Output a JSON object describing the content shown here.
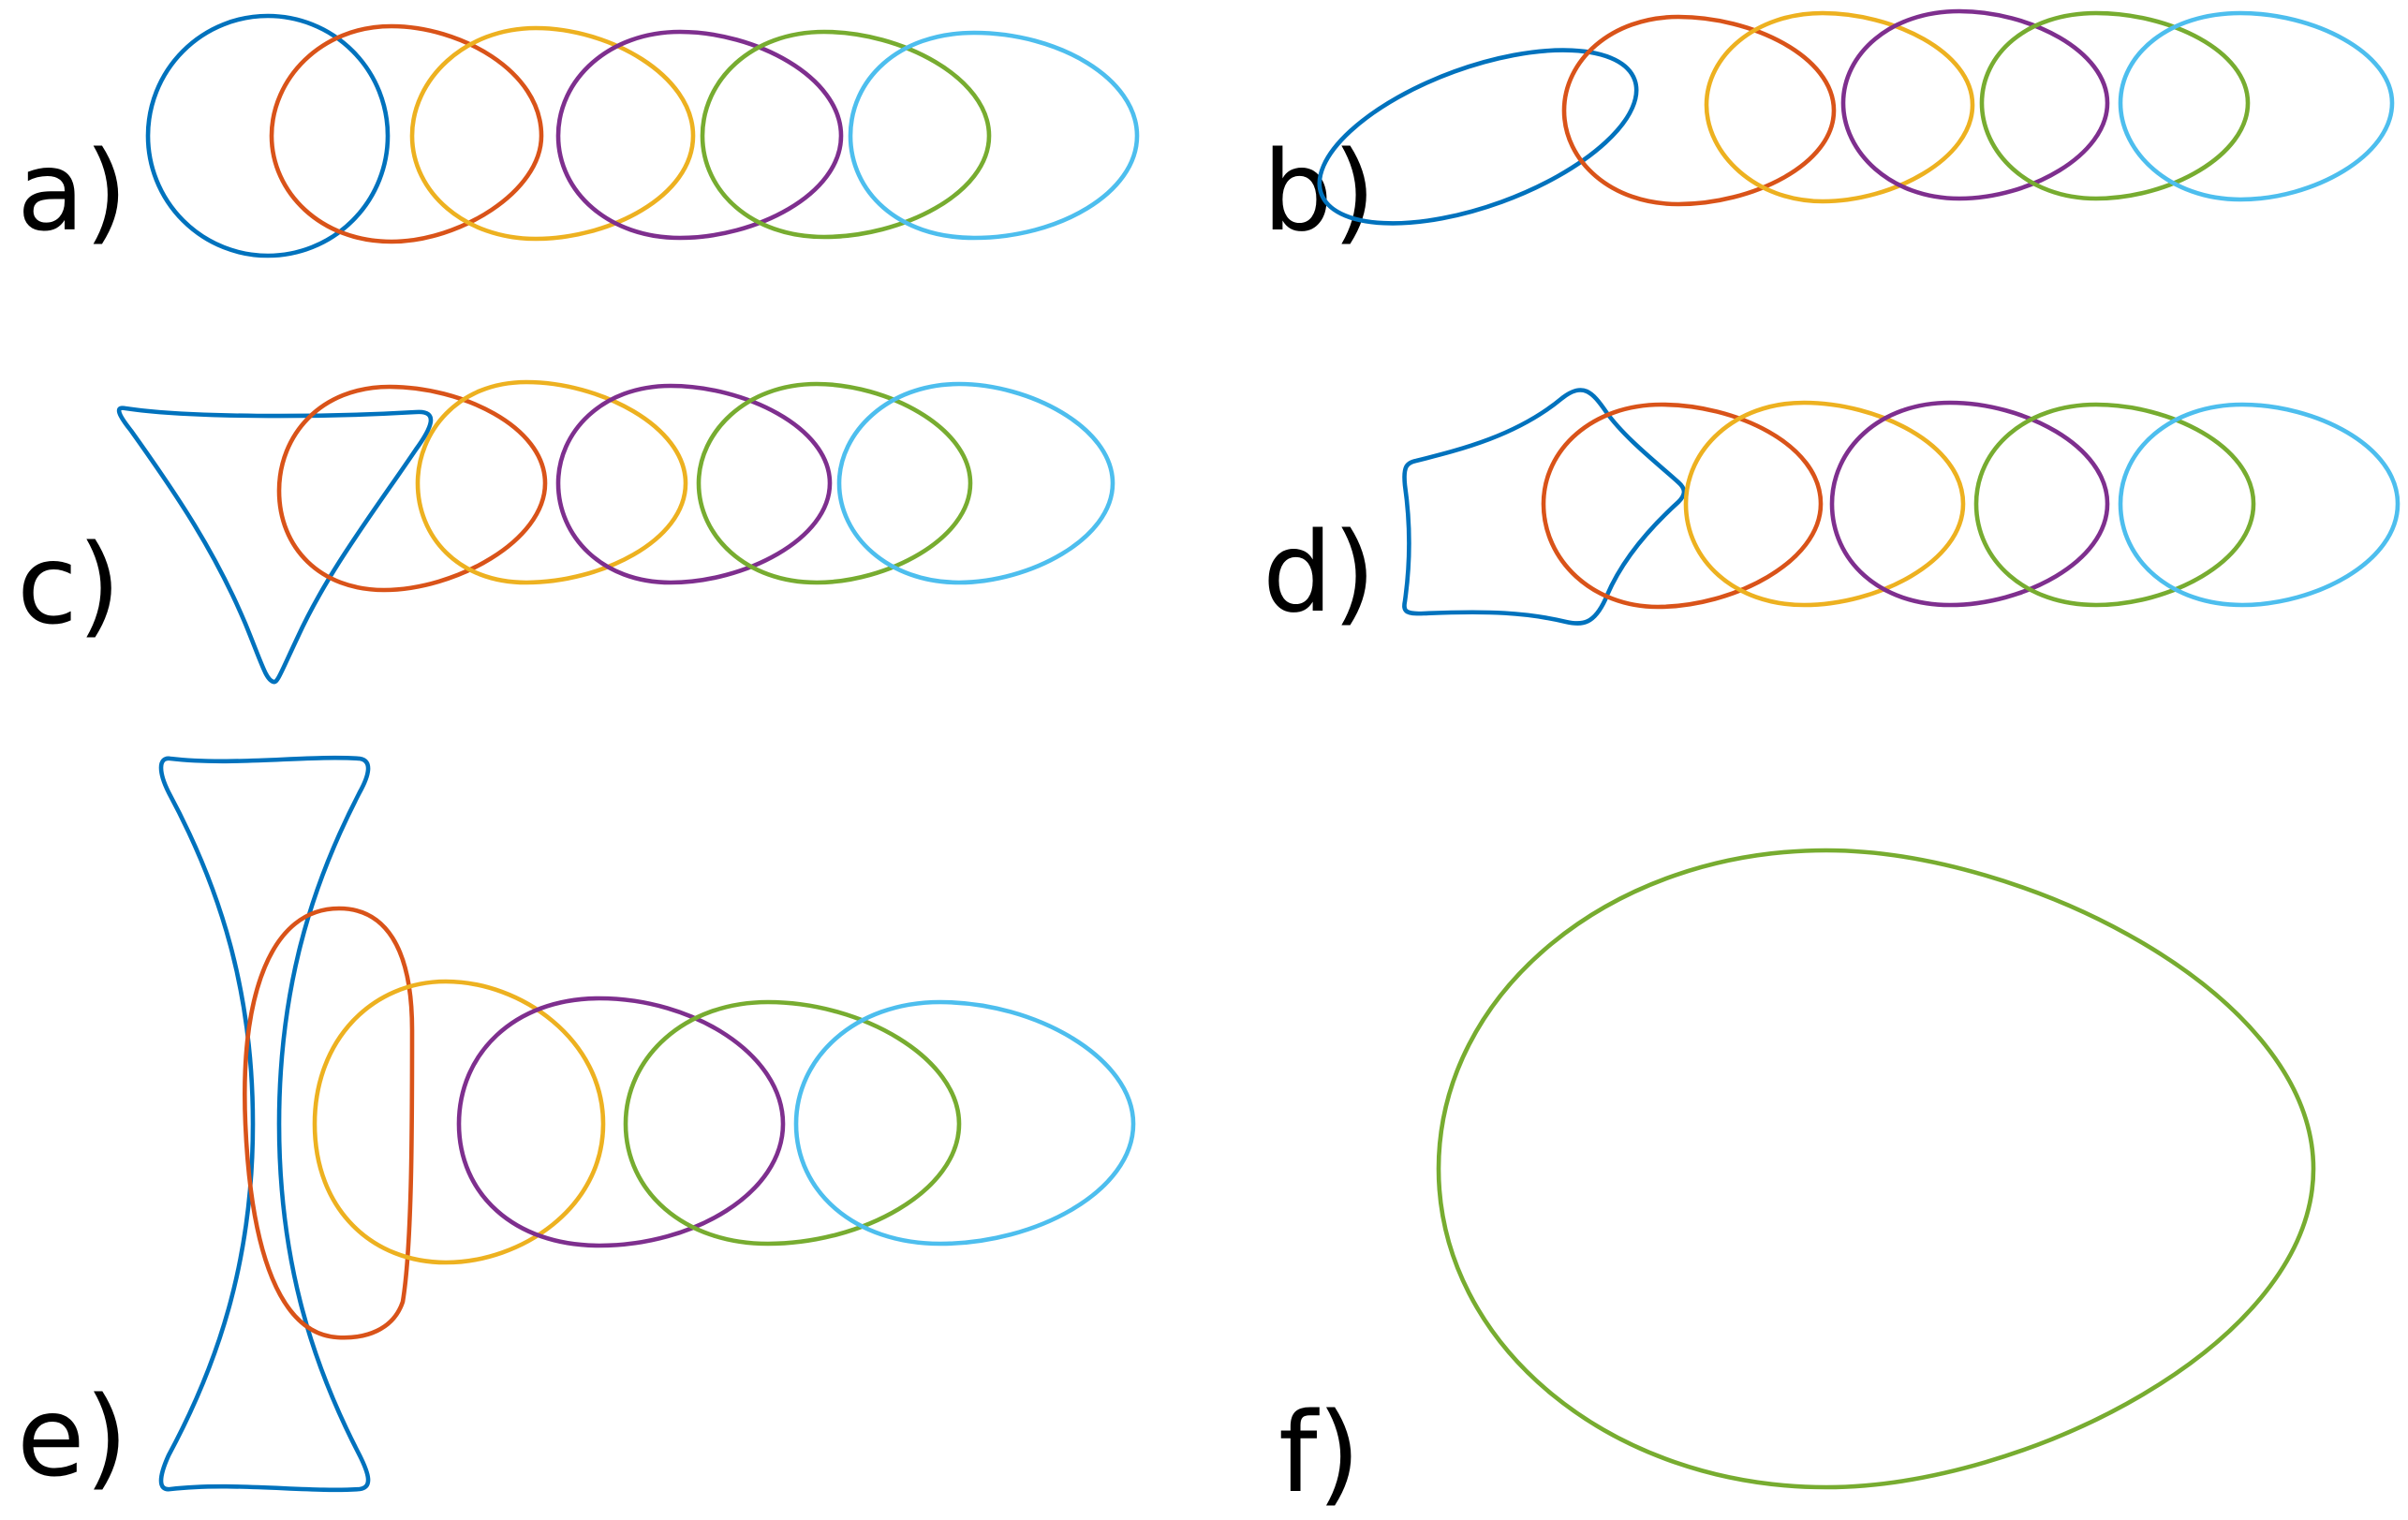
{
  "colors": {
    "shape_1": "#0072BD",
    "shape_2": "#D95319",
    "shape_3": "#EDB120",
    "shape_4": "#7E2F8E",
    "shape_5": "#77AC30",
    "shape_6": "#4DBEEE"
  },
  "panels": [
    {
      "id": "a",
      "label": "a)",
      "initial_shape": "circle",
      "num_shapes": 6
    },
    {
      "id": "b",
      "label": "b)",
      "initial_shape": "tilted-ellipse",
      "num_shapes": 6
    },
    {
      "id": "c",
      "label": "c)",
      "initial_shape": "triangle",
      "num_shapes": 6
    },
    {
      "id": "d",
      "label": "d)",
      "initial_shape": "irregular-quadrilateral",
      "num_shapes": 6
    },
    {
      "id": "e",
      "label": "e)",
      "initial_shape": "concave-hourglass",
      "num_shapes": 6
    },
    {
      "id": "f",
      "label": "f)",
      "initial_shape": "final-egg",
      "num_shapes": 1
    }
  ]
}
